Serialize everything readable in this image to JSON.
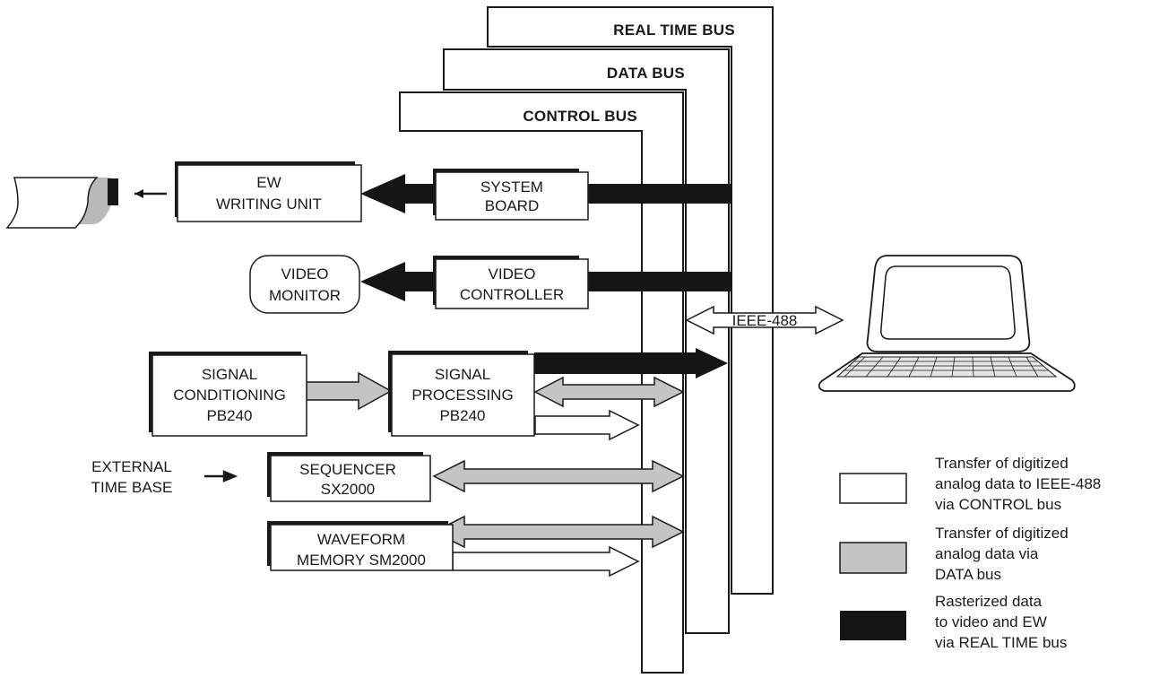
{
  "buses": {
    "real_time": "REAL TIME BUS",
    "data": "DATA BUS",
    "control": "CONTROL BUS"
  },
  "modules": {
    "ew_writing_unit": [
      "EW",
      "WRITING UNIT"
    ],
    "system_board": [
      "SYSTEM",
      "BOARD"
    ],
    "video_monitor": [
      "VIDEO",
      "MONITOR"
    ],
    "video_controller": [
      "VIDEO",
      "CONTROLLER"
    ],
    "signal_conditioning": [
      "SIGNAL",
      "CONDITIONING",
      "PB240"
    ],
    "signal_processing": [
      "SIGNAL",
      "PROCESSING",
      "PB240"
    ],
    "external_time_base": [
      "EXTERNAL",
      "TIME BASE"
    ],
    "sequencer": [
      "SEQUENCER",
      "SX2000"
    ],
    "waveform_memory": [
      "WAVEFORM",
      "MEMORY SM2000"
    ]
  },
  "interface": {
    "ieee": "IEEE-488"
  },
  "legend": [
    {
      "swatch": "white",
      "lines": [
        "Transfer of digitized",
        "analog data to IEEE-488",
        "via CONTROL bus"
      ]
    },
    {
      "swatch": "gray",
      "lines": [
        "Transfer of digitized",
        "analog data via",
        "DATA bus"
      ]
    },
    {
      "swatch": "black",
      "lines": [
        "Rasterized data",
        "to video and EW",
        "via REAL TIME bus"
      ]
    }
  ],
  "colors": {
    "realtime": "#151515",
    "data": "#c4c4c4",
    "control": "#ffffff",
    "line": "#1a1a1a"
  },
  "icons": {
    "paper": "paper-output-icon",
    "terminal": "computer-terminal-icon"
  }
}
